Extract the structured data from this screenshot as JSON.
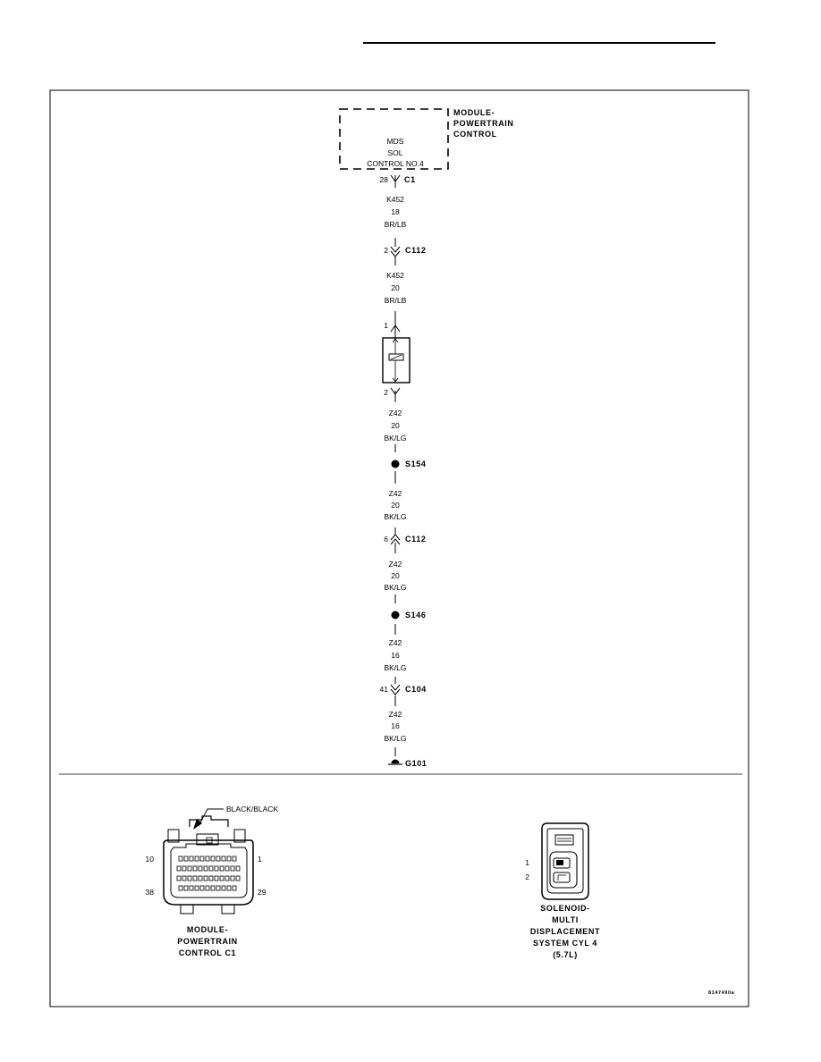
{
  "module": {
    "name_lines": [
      "MODULE-",
      "POWERTRAIN",
      "CONTROL"
    ],
    "function_lines": [
      "MDS",
      "SOL",
      "CONTROL NO.4"
    ]
  },
  "connectors": {
    "c1": {
      "pin": "28",
      "label": "C1"
    },
    "c112_upper": {
      "pin": "2",
      "label": "C112"
    },
    "c112_lower": {
      "pin": "6",
      "label": "C112"
    },
    "c104": {
      "pin": "41",
      "label": "C104"
    }
  },
  "solenoid_pins": {
    "top": "1",
    "bottom": "2"
  },
  "wires": [
    {
      "circuit": "K452",
      "gauge": "18",
      "color": "BR/LB"
    },
    {
      "circuit": "K452",
      "gauge": "20",
      "color": "BR/LB"
    },
    {
      "circuit": "Z42",
      "gauge": "20",
      "color": "BK/LG"
    },
    {
      "circuit": "Z42",
      "gauge": "20",
      "color": "BK/LG"
    },
    {
      "circuit": "Z42",
      "gauge": "20",
      "color": "BK/LG"
    },
    {
      "circuit": "Z42",
      "gauge": "16",
      "color": "BK/LG"
    },
    {
      "circuit": "Z42",
      "gauge": "16",
      "color": "BK/LG"
    }
  ],
  "splices": {
    "s154": "S154",
    "s146": "S146"
  },
  "ground": "G101",
  "pcm_connector": {
    "color": "BLACK/BLACK",
    "pins": {
      "top_left": "10",
      "top_right": "1",
      "bottom_left": "38",
      "bottom_right": "29"
    },
    "caption_lines": [
      "MODULE-",
      "POWERTRAIN",
      "CONTROL C1"
    ]
  },
  "solenoid_connector": {
    "pins": {
      "top": "1",
      "bottom": "2"
    },
    "caption_lines": [
      "SOLENOID-",
      "MULTI",
      "DISPLACEMENT",
      "SYSTEM CYL 4",
      "(5.7L)"
    ]
  },
  "figure_id": "8147490a"
}
